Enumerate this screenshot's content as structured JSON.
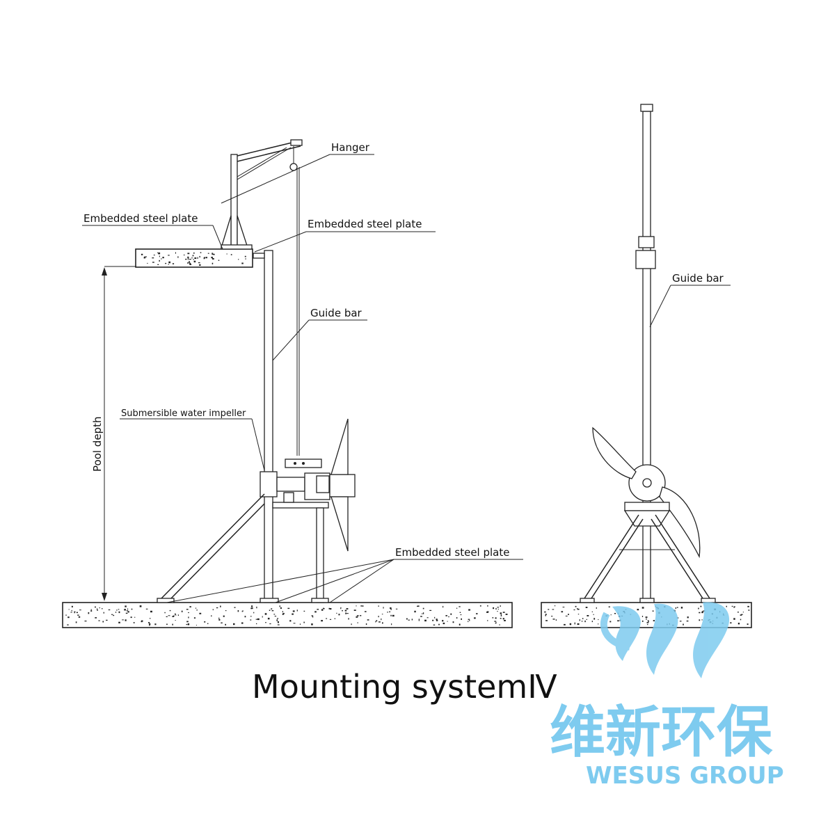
{
  "title": "Mounting systemⅣ",
  "labels": {
    "hanger": "Hanger",
    "embedded_plate_top_left": "Embedded steel plate",
    "embedded_plate_top_right": "Embedded steel plate",
    "guide_bar_left": "Guide bar",
    "submersible_impeller": "Submersible water impeller",
    "pool_depth": "Pool depth",
    "embedded_plate_bottom": "Embedded steel plate",
    "guide_bar_right": "Guide bar"
  },
  "watermark": {
    "chinese": "维新环保",
    "english": "WESUS GROUP",
    "color": "#7ecbef"
  }
}
